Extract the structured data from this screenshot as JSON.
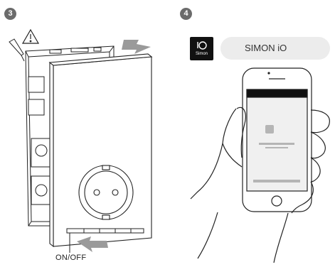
{
  "steps": {
    "left": {
      "number": "3",
      "button_label": "ON/OFF"
    },
    "right": {
      "number": "4",
      "search_text": "SIMON iO",
      "app_icon_label": "Simon"
    }
  },
  "colors": {
    "badge": "#6b6b6b",
    "arrow": "#9a9a9a",
    "line": "#222222",
    "search_bg": "#ececec"
  },
  "icons": [
    "warning-icon",
    "search-icon",
    "simon-io-app-icon",
    "push-arrow-icon"
  ]
}
